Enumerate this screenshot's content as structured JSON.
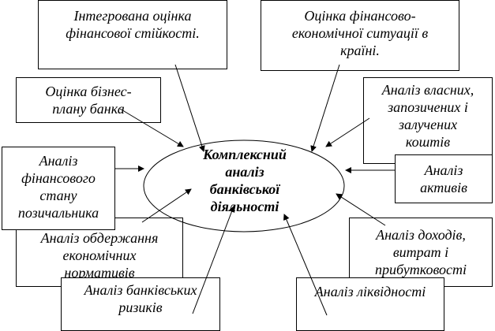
{
  "center": {
    "label": "Комплексний\nаналіз\nбанківської\nдіяльності"
  },
  "boxes": {
    "integrated_stability": "Інтегрована оцінка\nфінансової стійкості.",
    "economic_situation": "Оцінка фінансово-\nекономічної ситуації в\nкраїні.",
    "business_plan": "Оцінка бізнес-\nплану банка",
    "funds_analysis": "Аналіз власних,\nзапозичених і\nзалучених\nкоштів",
    "borrower_state": "Аналіз\nфінансового\nстану\nпозичальника",
    "assets_analysis": "Аналіз\nактивів",
    "normatives": "Аналіз обдержання\nекономічних\nнормативів",
    "income_analysis": "Аналіз доходів,\nвитрат і\nприбутковості",
    "risks": "Аналіз банківських\nризиків",
    "liquidity": "Аналіз ліквідності"
  }
}
